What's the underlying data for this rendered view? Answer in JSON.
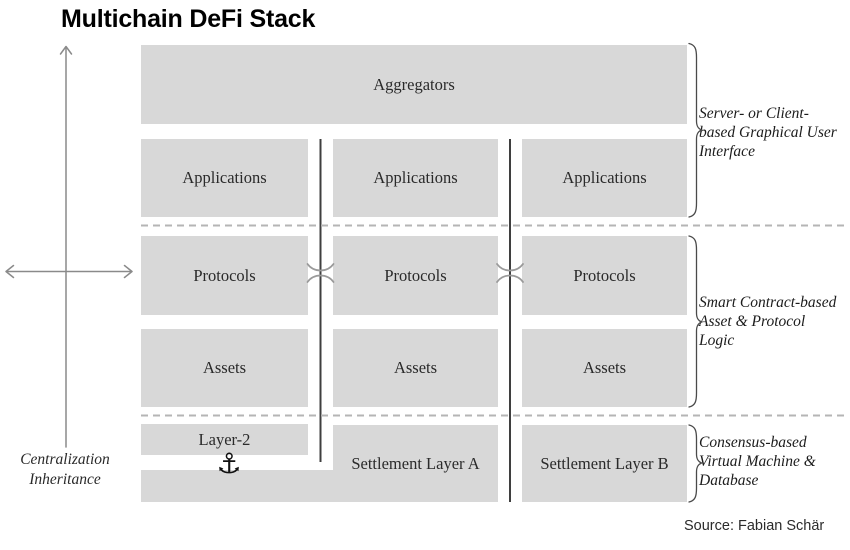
{
  "title": "Multichain DeFi Stack",
  "source": "Source: Fabian Schär",
  "left_axis": {
    "label_lines": {
      "0": "Centralization",
      "1": "Inheritance"
    }
  },
  "stack": {
    "aggregators": "Aggregators",
    "columns": [
      {
        "applications": "Applications",
        "protocols": "Protocols",
        "assets": "Assets"
      },
      {
        "applications": "Applications",
        "protocols": "Protocols",
        "assets": "Assets"
      },
      {
        "applications": "Applications",
        "protocols": "Protocols",
        "assets": "Assets"
      }
    ],
    "bottom": {
      "layer2": "Layer-2",
      "anchor_glyph": "⚓",
      "settlement_a": "Settlement Layer A",
      "settlement_b": "Settlement Layer B"
    }
  },
  "right_labels": [
    {
      "lines": [
        "Server- or Client-",
        "based Graphical User",
        "Interface"
      ]
    },
    {
      "lines": [
        "Smart Contract-based",
        "Asset & Protocol",
        "Logic"
      ]
    },
    {
      "lines": [
        "Consensus-based",
        "Virtual Machine &",
        "Database"
      ]
    }
  ],
  "colors": {
    "box_fill": "#d8d8d8",
    "line_dark": "#3f3f3f",
    "dashed": "#b5b5b5",
    "axis": "#8a8a8a",
    "bridge": "#9a9a9a",
    "brace": "#4a4a4a",
    "text": "#2a2a2a"
  }
}
